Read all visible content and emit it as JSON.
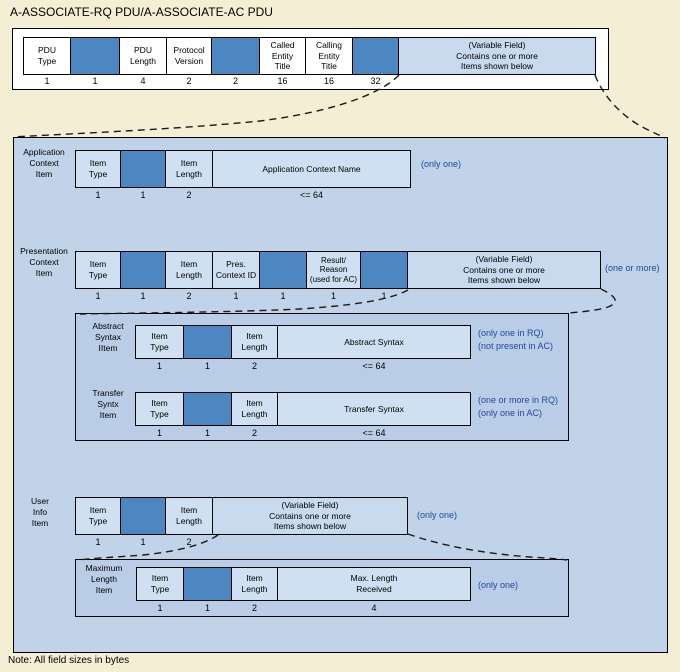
{
  "title": "A-ASSOCIATE-RQ PDU/A-ASSOCIATE-AC PDU",
  "note": "Note: All field sizes in bytes",
  "colors": {
    "page_background": "#f4eed5",
    "container_fill": "#c0d3e9",
    "cell_fill": "#cee0f1",
    "reserved_fill": "#4d87c1",
    "annotation_text": "#2447a0",
    "border": "#000000"
  },
  "pdu": {
    "cells": [
      "PDU\nType",
      "",
      "PDU\nLength",
      "Protocol\nVersion",
      "",
      "Called\nEntity\nTitle",
      "Calling\nEntity\nTitle",
      "",
      "(Variable Field)\nContains one or more\nItems shown below"
    ],
    "sizes": [
      "1",
      "1",
      "4",
      "2",
      "2",
      "16",
      "16",
      "32"
    ]
  },
  "sections": {
    "application": {
      "label": "Application\nContext\nItem",
      "cells": [
        "Item\nType",
        "",
        "Item\nLength",
        "Application Context Name"
      ],
      "sizes": [
        "1",
        "1",
        "2",
        "<= 64"
      ],
      "note": "(only one)"
    },
    "presentation": {
      "label": "Presentation\nContext\nItem",
      "cells": [
        "Item\nType",
        "",
        "Item\nLength",
        "Pres.\nContext ID",
        "",
        "Result/\nReason\n(used for AC)",
        "",
        "(Variable Field)\nContains one or more\nItems shown below"
      ],
      "sizes": [
        "1",
        "1",
        "2",
        "1",
        "1",
        "1",
        "1"
      ],
      "note": "(one or more)"
    },
    "abstract": {
      "label": "Abstract\nSyntax\nIItem",
      "cells": [
        "Item\nType",
        "",
        "Item\nLength",
        "Abstract Syntax"
      ],
      "sizes": [
        "1",
        "1",
        "2",
        "<= 64"
      ],
      "note": "(only one in RQ)\n(not present in AC)"
    },
    "transfer": {
      "label": "Transfer\nSyntx\nItem",
      "cells": [
        "Item\nType",
        "",
        "Item\nLength",
        "Transfer Syntax"
      ],
      "sizes": [
        "1",
        "1",
        "2",
        "<= 64"
      ],
      "note": "(one or more in RQ)\n(only one in AC)"
    },
    "userinfo": {
      "label": "User\nInfo\nItem",
      "cells": [
        "Item\nType",
        "",
        "Item\nLength",
        "(Variable Field)\nContains one or more\nItems shown below"
      ],
      "sizes": [
        "1",
        "1",
        "2"
      ],
      "note": "(only one)"
    },
    "maxlength": {
      "label": "Maximum\nLength\nItem",
      "cells": [
        "Item\nType",
        "",
        "Item\nLength",
        "Max. Length\nReceived"
      ],
      "sizes": [
        "1",
        "1",
        "2",
        "4"
      ],
      "note": "(only one)"
    }
  }
}
